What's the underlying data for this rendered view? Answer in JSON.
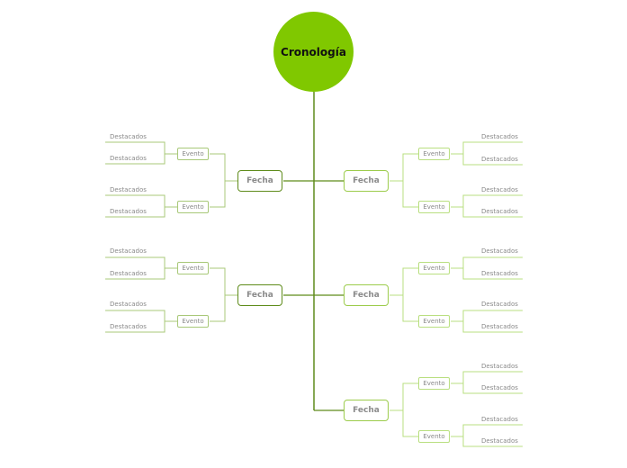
{
  "root": {
    "label": "Cronología"
  },
  "labels": {
    "fecha": "Fecha",
    "evento": "Evento",
    "destacados": "Destacados"
  },
  "colors": {
    "root": "#80c800",
    "left_branch": "#5f8c1b",
    "right_branch": "#9ccc4c",
    "text": "#8a8a8a"
  }
}
